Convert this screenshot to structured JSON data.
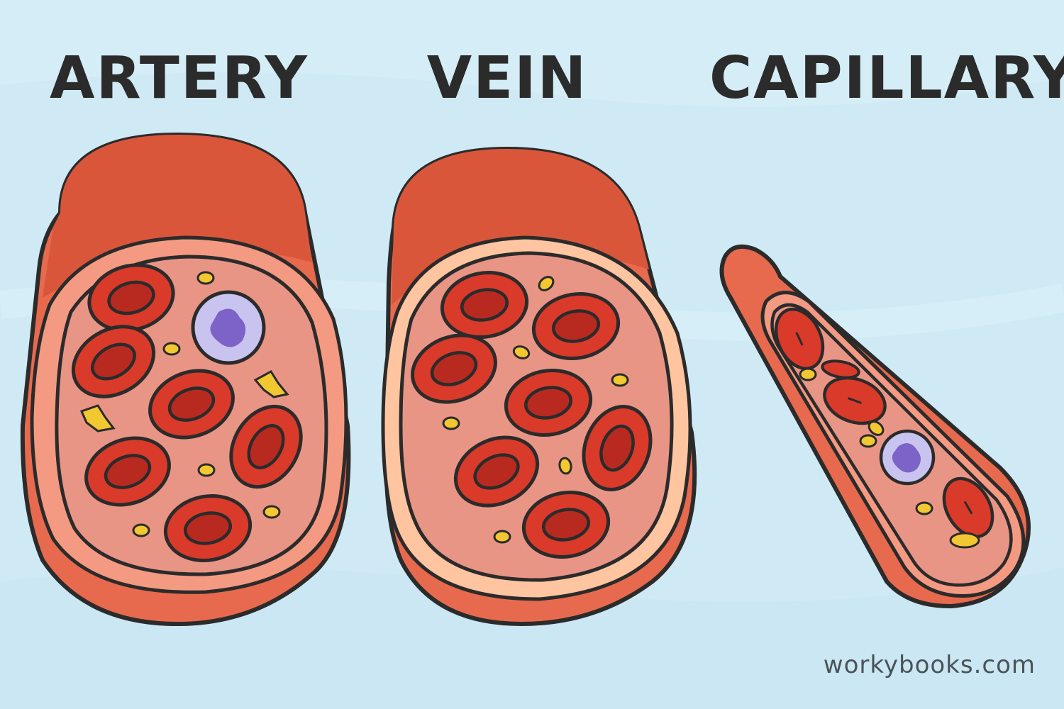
{
  "labels": {
    "artery": "ARTERY",
    "vein": "VEIN",
    "capillary": "CAPILLARY"
  },
  "watermark": "workybooks.com",
  "colors": {
    "background": "#cfeaf4",
    "outline": "#2b2b2b",
    "vessel_outer": "#e86a4e",
    "vessel_top": "#d9563b",
    "vessel_inner_wall": "#f59a82",
    "lumen": "#e99585",
    "vein_inner_ring": "#ffc4a0",
    "red_blood_cell": "#d93a2a",
    "red_blood_cell_center": "#b82a20",
    "platelet": "#f2c832",
    "white_blood_cell": "#c9c4ef",
    "white_blood_cell_nucleus": "#7d62c8"
  }
}
